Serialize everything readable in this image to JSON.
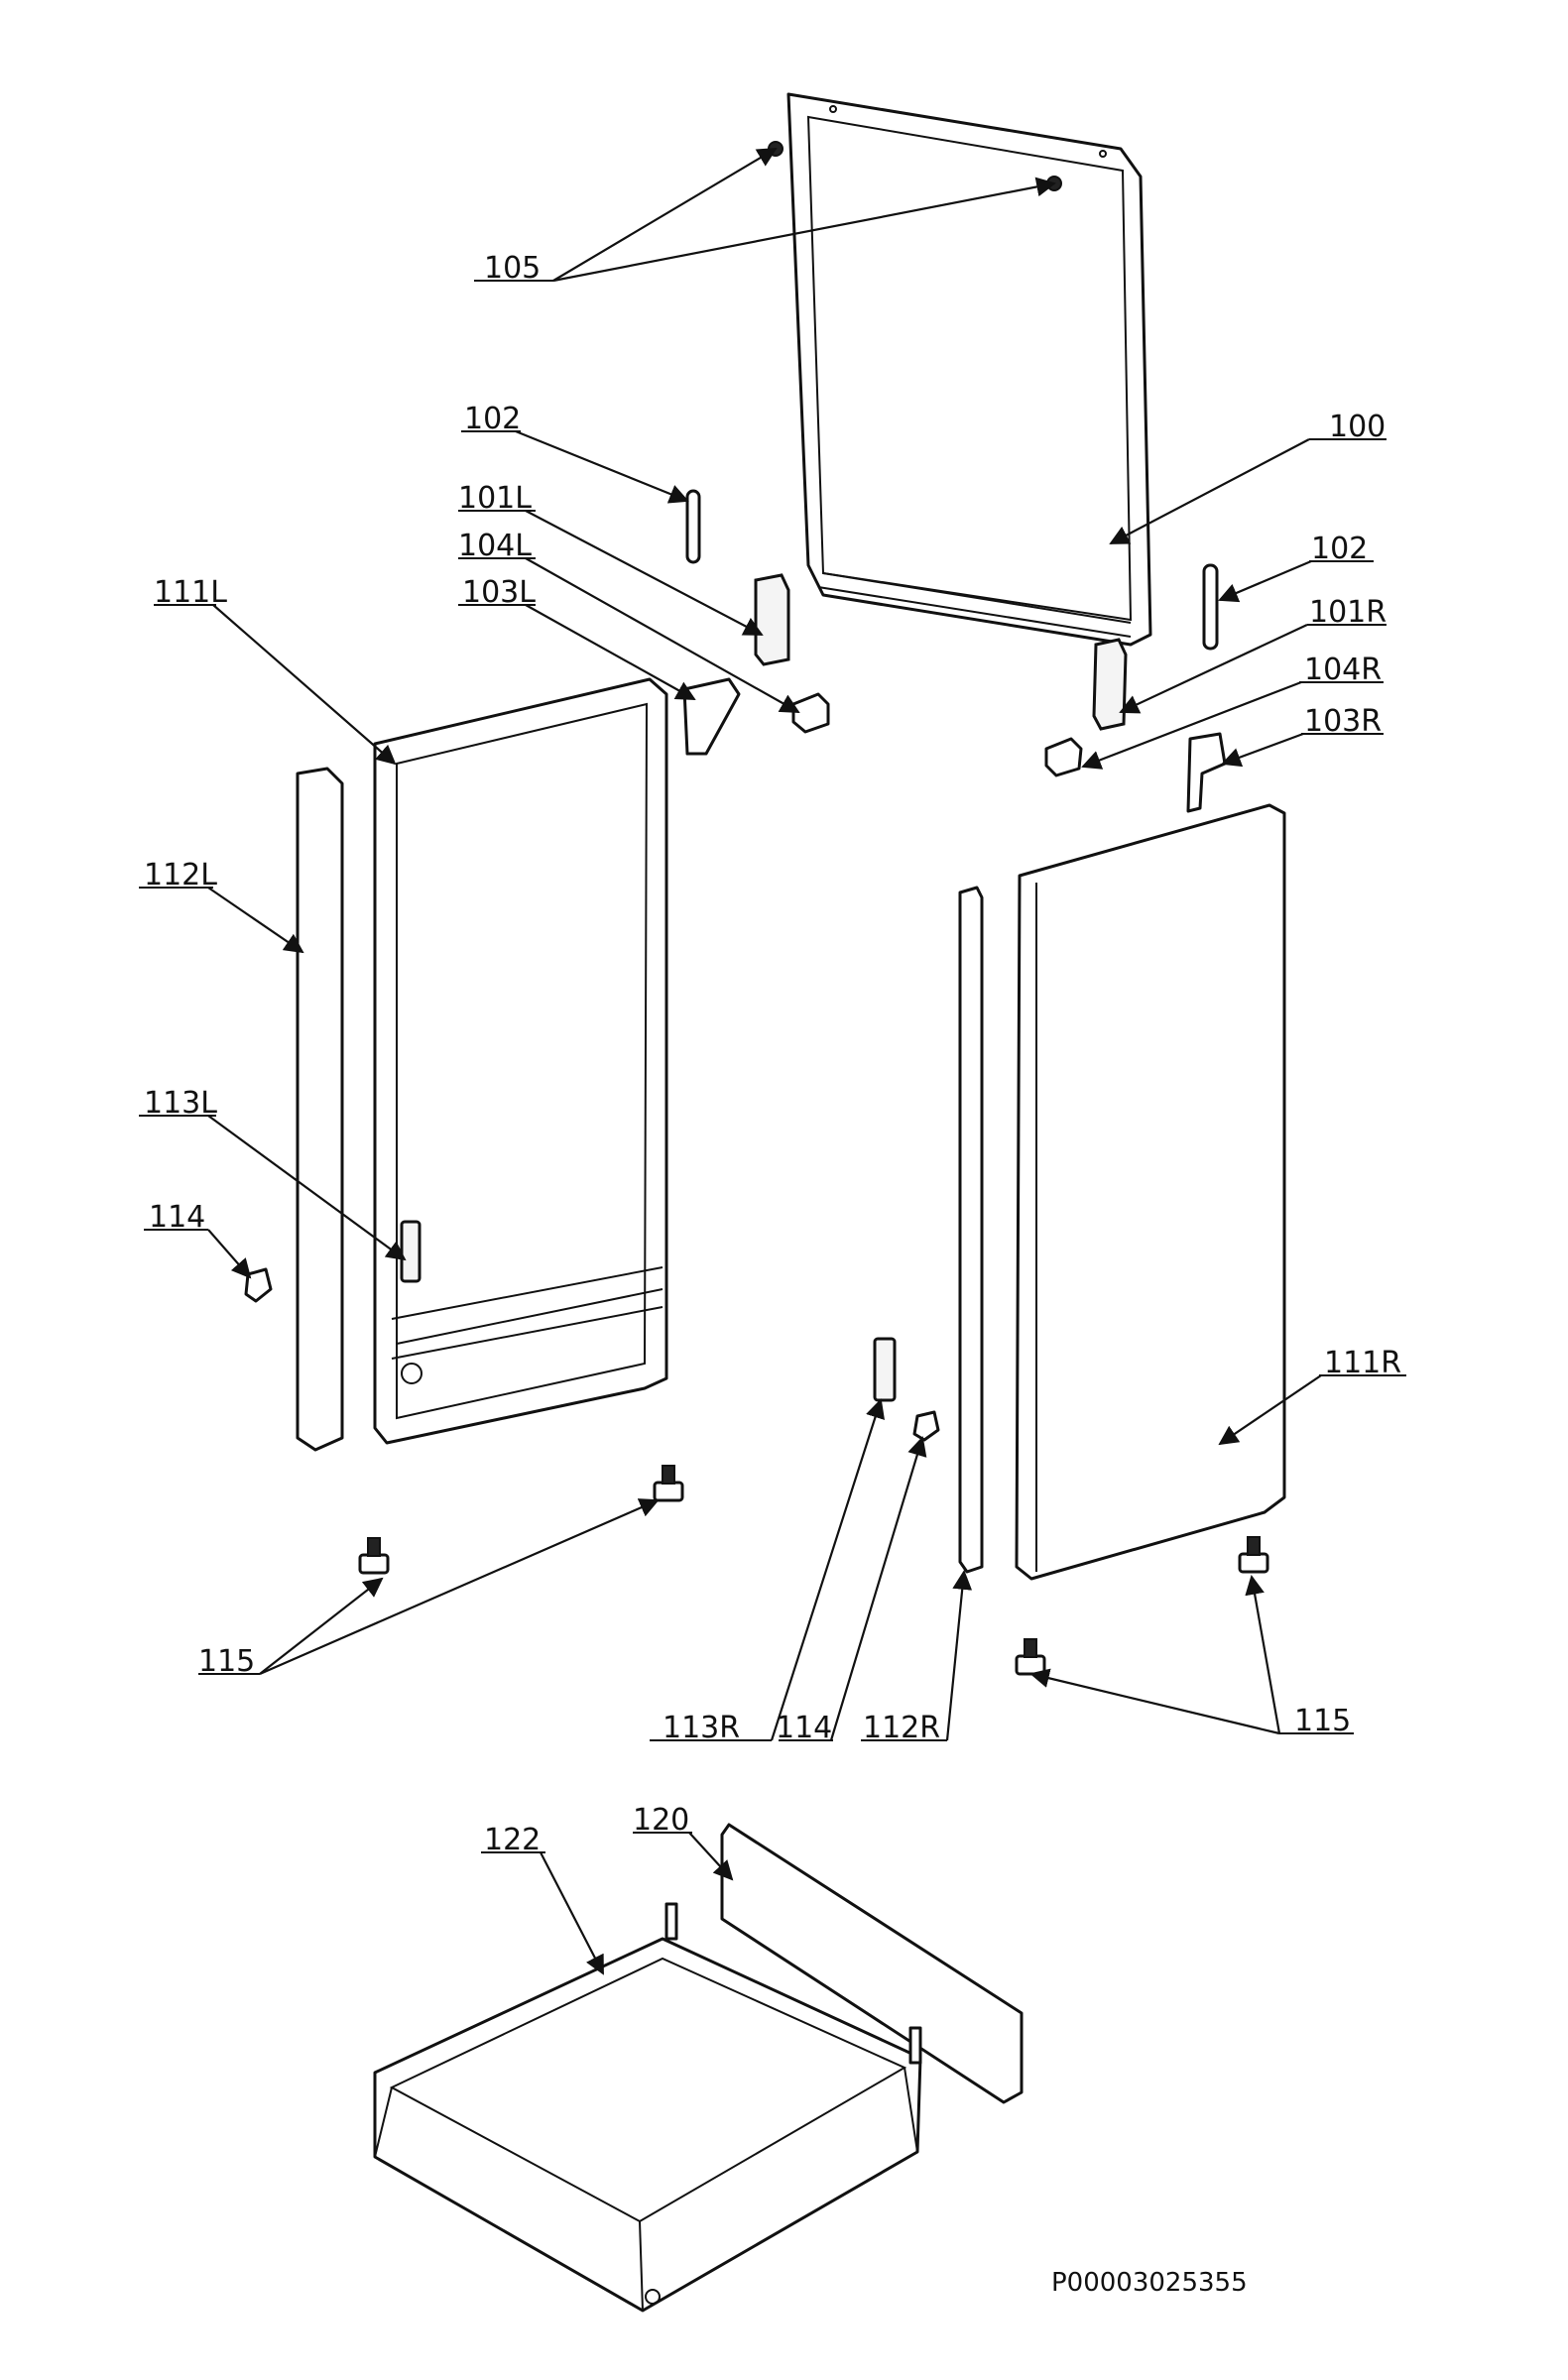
{
  "diagram": {
    "labels": {
      "l105": "105",
      "l102a": "102",
      "l100": "100",
      "l101L": "101L",
      "l104L": "104L",
      "l103L": "103L",
      "l111L": "111L",
      "l102b": "102",
      "l101R": "101R",
      "l104R": "104R",
      "l103R": "103R",
      "l112L": "112L",
      "l113L": "113L",
      "l114a": "114",
      "l111R": "111R",
      "l115a": "115",
      "l115b": "115",
      "l113R": "113R",
      "l114b": "114",
      "l112R": "112R",
      "l122": "122",
      "l120": "120"
    },
    "document_id": "P00003025355"
  }
}
